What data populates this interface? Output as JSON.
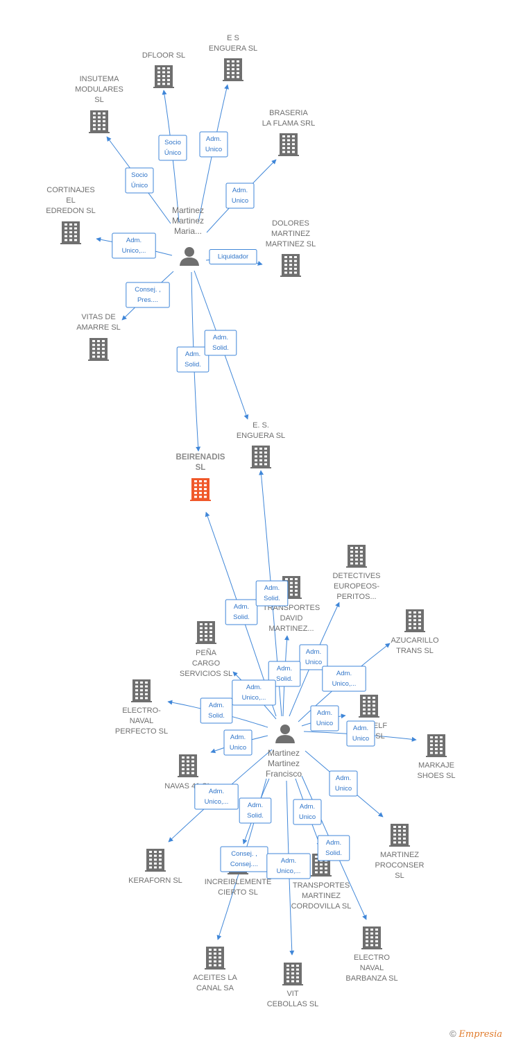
{
  "colors": {
    "edge": "#3f86d8",
    "node": "#6f6f6f",
    "highlight": "#f0582a"
  },
  "persons": [
    {
      "id": "p1",
      "lines": [
        "Martinez",
        "Martinez",
        "Maria..."
      ]
    },
    {
      "id": "p2",
      "lines": [
        "Martinez",
        "Martinez",
        "Francisco"
      ]
    }
  ],
  "companies": [
    {
      "id": "dfloor",
      "lines": [
        "DFLOOR  SL"
      ]
    },
    {
      "id": "esenguera",
      "lines": [
        "E S",
        "ENGUERA SL"
      ]
    },
    {
      "id": "insutema",
      "lines": [
        "INSUTEMA",
        "MODULARES",
        "SL"
      ]
    },
    {
      "id": "braseria",
      "lines": [
        "BRASERIA",
        "LA FLAMA SRL"
      ]
    },
    {
      "id": "cortinajes",
      "lines": [
        "CORTINAJES",
        "EL",
        "EDREDON  SL"
      ]
    },
    {
      "id": "dolores",
      "lines": [
        "DOLORES",
        "MARTINEZ",
        "MARTINEZ  SL"
      ]
    },
    {
      "id": "vitas",
      "lines": [
        "VITAS DE",
        "AMARRE  SL"
      ]
    },
    {
      "id": "beirenadis",
      "lines": [
        "BEIRENADIS",
        "SL"
      ],
      "main": true
    },
    {
      "id": "es2",
      "lines": [
        "E.  S.",
        "ENGUERA  SL"
      ]
    },
    {
      "id": "detectives",
      "lines": [
        "DETECTIVES",
        "EUROPEOS-",
        "PERITOS..."
      ]
    },
    {
      "id": "transdavid",
      "lines": [
        "TRANSPORTES",
        "DAVID",
        "MARTINEZ..."
      ]
    },
    {
      "id": "azucarillo",
      "lines": [
        "AZUCARILLO",
        "TRANS  SL"
      ]
    },
    {
      "id": "pena",
      "lines": [
        "PEÑA",
        "CARGO",
        "SERVICIOS  SL"
      ]
    },
    {
      "id": "electronaval",
      "lines": [
        "ELECTRO-",
        "NAVAL",
        "PERFECTO  SL"
      ]
    },
    {
      "id": "elf",
      "lines": [
        "ELF",
        "SL"
      ]
    },
    {
      "id": "markaje",
      "lines": [
        "MARKAJE",
        "SHOES SL"
      ]
    },
    {
      "id": "navas",
      "lines": [
        "NAVAS 41 SL"
      ]
    },
    {
      "id": "proconser",
      "lines": [
        "MARTINEZ",
        "PROCONSER",
        "SL"
      ]
    },
    {
      "id": "keraforn",
      "lines": [
        "KERAFORN  SL"
      ]
    },
    {
      "id": "increible",
      "lines": [
        "INCREIBLEMENTE",
        "CIERTO  SL"
      ]
    },
    {
      "id": "transcordovilla",
      "lines": [
        "TRANSPORTES",
        "MARTINEZ",
        "CORDOVILLA SL"
      ]
    },
    {
      "id": "aceites",
      "lines": [
        "ACEITES LA",
        "CANAL SA"
      ]
    },
    {
      "id": "vit",
      "lines": [
        "VIT",
        "CEBOLLAS  SL"
      ]
    },
    {
      "id": "electrobarbanza",
      "lines": [
        "ELECTRO",
        "NAVAL",
        "BARBANZA SL"
      ]
    }
  ],
  "edges": [
    {
      "from": "p1",
      "to": "dfloor",
      "lines": [
        "Socio",
        "Único"
      ]
    },
    {
      "from": "p1",
      "to": "esenguera",
      "lines": [
        "Adm.",
        "Unico"
      ]
    },
    {
      "from": "p1",
      "to": "insutema",
      "lines": [
        "Socio",
        "Único"
      ]
    },
    {
      "from": "p1",
      "to": "braseria",
      "lines": [
        "Adm.",
        "Unico"
      ]
    },
    {
      "from": "p1",
      "to": "cortinajes",
      "lines": [
        "Adm.",
        "Unico,..."
      ]
    },
    {
      "from": "p1",
      "to": "dolores",
      "lines": [
        "Liquidador"
      ]
    },
    {
      "from": "p1",
      "to": "vitas",
      "lines": [
        "Consej. ,",
        "Pres...."
      ]
    },
    {
      "from": "p1",
      "to": "beirenadis",
      "lines": [
        "Adm.",
        "Solid."
      ]
    },
    {
      "from": "p1",
      "to": "es2",
      "lines": [
        "Adm.",
        "Solid."
      ]
    },
    {
      "from": "p2",
      "to": "beirenadis",
      "lines": [
        "Adm.",
        "Solid."
      ]
    },
    {
      "from": "p2",
      "to": "es2",
      "lines": [
        "Adm.",
        "Solid."
      ]
    },
    {
      "from": "p2",
      "to": "detectives",
      "lines": [
        "Adm.",
        "Unico"
      ]
    },
    {
      "from": "p2",
      "to": "transdavid",
      "lines": [
        "Adm.",
        "Solid."
      ]
    },
    {
      "from": "p2",
      "to": "azucarillo",
      "lines": [
        "Adm.",
        "Unico,..."
      ]
    },
    {
      "from": "p2",
      "to": "pena",
      "lines": [
        "Adm.",
        "Unico,..."
      ]
    },
    {
      "from": "p2",
      "to": "electronaval",
      "lines": [
        "Adm.",
        "Solid."
      ]
    },
    {
      "from": "p2",
      "to": "elf",
      "lines": [
        "Adm.",
        "Unico"
      ]
    },
    {
      "from": "p2",
      "to": "markaje",
      "lines": [
        "Adm.",
        "Unico"
      ]
    },
    {
      "from": "p2",
      "to": "navas",
      "lines": [
        "Adm.",
        "Unico"
      ]
    },
    {
      "from": "p2",
      "to": "proconser",
      "lines": [
        "Adm.",
        "Unico"
      ]
    },
    {
      "from": "p2",
      "to": "keraforn",
      "lines": [
        "Adm.",
        "Unico,..."
      ]
    },
    {
      "from": "p2",
      "to": "increible",
      "lines": [
        "Adm.",
        "Solid."
      ]
    },
    {
      "from": "p2",
      "to": "transcordovilla",
      "lines": [
        "Adm.",
        "Unico"
      ]
    },
    {
      "from": "p2",
      "to": "aceites",
      "lines": [
        "Consej. ,",
        "Consej...."
      ]
    },
    {
      "from": "p2",
      "to": "vit",
      "lines": [
        "Adm.",
        "Unico,..."
      ]
    },
    {
      "from": "p2",
      "to": "electrobarbanza",
      "lines": [
        "Adm.",
        "Solid."
      ]
    }
  ],
  "footer": {
    "copyright": "©",
    "brand": "Empresia"
  }
}
